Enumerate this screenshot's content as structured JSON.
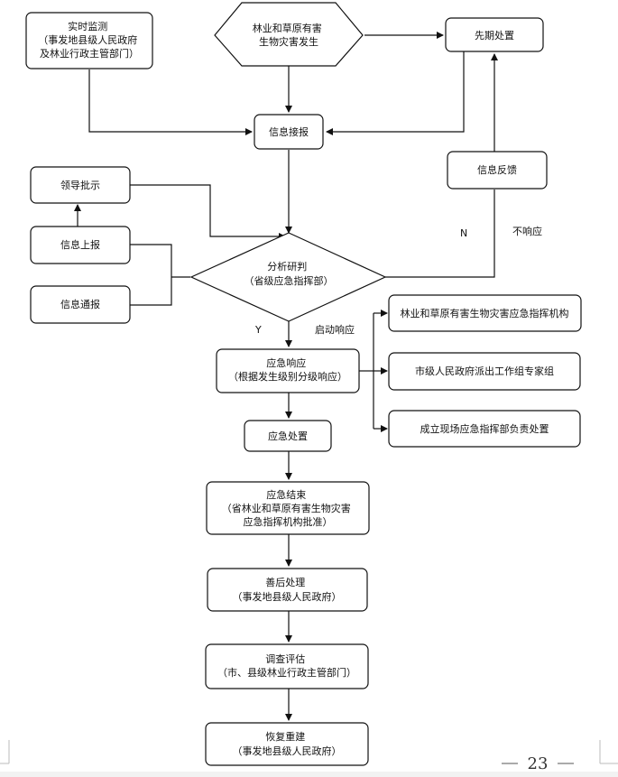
{
  "colors": {
    "line": "#111111",
    "box_fill": "#ffffff",
    "page_bg": "#ffffff",
    "footer_bar": "#f2f2f2"
  },
  "nodes": {
    "monitoring": [
      "实时监测",
      "（事发地县级人民政府",
      "及林业行政主管部门）"
    ],
    "disaster": [
      "林业和草原有害",
      "生物灾害发生"
    ],
    "initial_disposal": [
      "先期处置"
    ],
    "info_report_receive": [
      "信息接报"
    ],
    "leader_instruction": [
      "领导批示"
    ],
    "info_feedback": [
      "信息反馈"
    ],
    "info_upward_report": [
      "信息上报"
    ],
    "info_notification": [
      "信息通报"
    ],
    "analysis": [
      "分析研判",
      "（省级应急指挥部）"
    ],
    "response_agency": [
      "林业和草原有害生物灾害应急指挥机构"
    ],
    "emergency_response": [
      "应急响应",
      "（根据发生级别分级响应）"
    ],
    "work_group": [
      "市级人民政府派出工作组专家组"
    ],
    "field_command": [
      "成立现场应急指挥部负责处置"
    ],
    "emergency_disposal": [
      "应急处置"
    ],
    "emergency_end": [
      "应急结束",
      "（省林业和草原有害生物灾害",
      "应急指挥机构批准）"
    ],
    "aftermath": [
      "善后处理",
      "（事发地县级人民政府）"
    ],
    "investigation": [
      "调查评估",
      "（市、县级林业行政主管部门）"
    ],
    "reconstruction": [
      "恢复重建",
      "（事发地县级人民政府）"
    ]
  },
  "labels": {
    "no": "N",
    "no_response": "不响应",
    "yes": "Y",
    "start_response": "启动响应"
  },
  "page_number": "23"
}
